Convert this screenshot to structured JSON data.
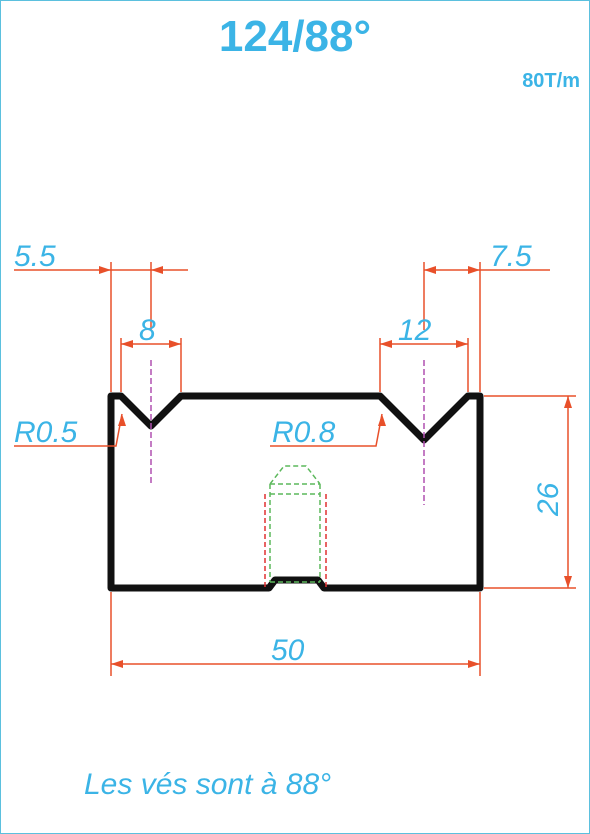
{
  "title": "124/88°",
  "capacity": "80T/m",
  "note": "Les vés sont à 88°",
  "dimensions": {
    "left_offset": "5.5",
    "right_offset": "7.5",
    "left_vee_width": "8",
    "right_vee_width": "12",
    "left_radius": "R0.5",
    "right_radius": "R0.8",
    "height": "26",
    "width": "50"
  },
  "colors": {
    "outline": "#111111",
    "dimension": "#e8502a",
    "text": "#3bb4e6",
    "centerline": "#b050b0",
    "hole_outer": "#e03030",
    "hole_inner": "#5cb85c"
  }
}
